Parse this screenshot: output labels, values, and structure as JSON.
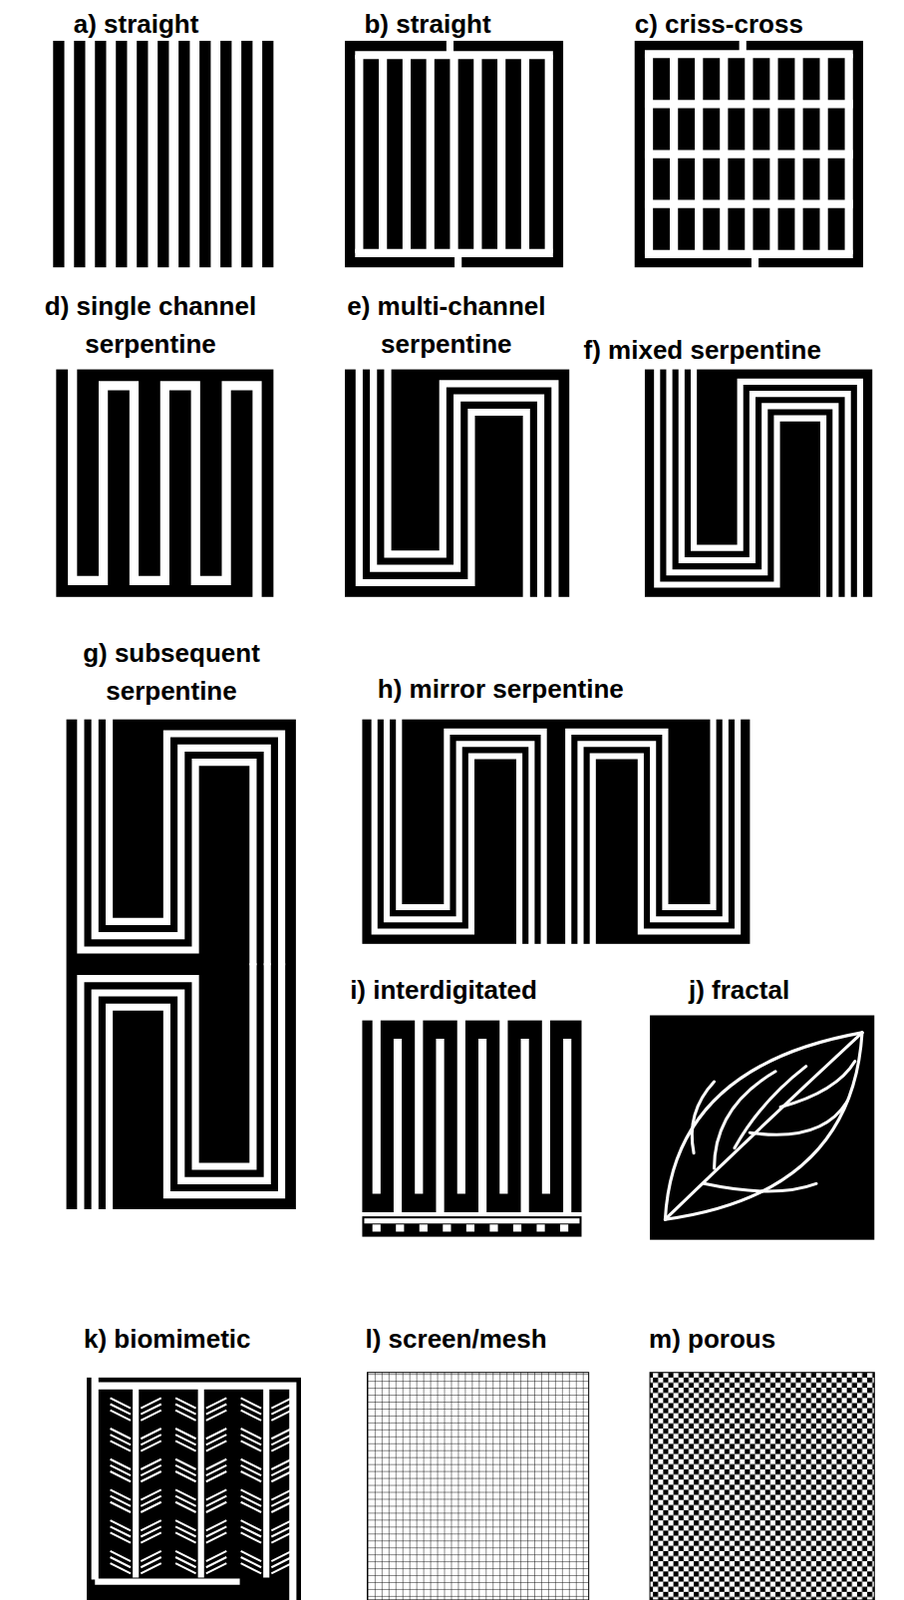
{
  "diagram": {
    "labels": [
      "a) straight",
      "b) straight",
      "c) criss-cross",
      "d) single channel serpentine",
      "e) multi-channel serpentine",
      "f) mixed serpentine",
      "g) subsequent serpentine",
      "h) mirror serpentine",
      "i) interdigitated",
      "j) fractal",
      "k) biomimetic",
      "l) screen/mesh",
      "m) porous"
    ]
  }
}
